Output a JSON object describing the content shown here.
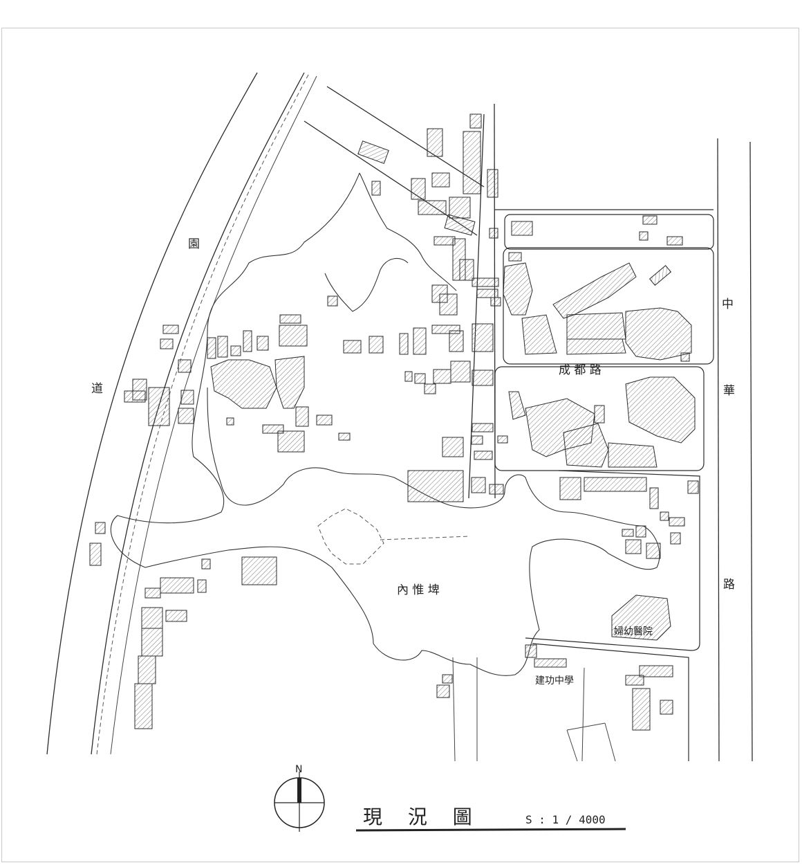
{
  "map": {
    "title": "現 況 圖",
    "scale": "S : 1 / 4000",
    "north_label": "N"
  },
  "labels": {
    "park_road_1": "園",
    "park_road_2": "道",
    "chengdu_road": "成 都 路",
    "zhonghua_1": "中",
    "zhonghua_2": "華",
    "zhonghua_3": "路",
    "pond": "內 惟 埤",
    "hospital": "婦幼醫院",
    "school": "建功中學"
  },
  "colors": {
    "ink": "#2b2b2b",
    "paper": "#ffffff",
    "hatch": "#777777"
  },
  "icons": {
    "compass": "north-arrow-compass-icon"
  }
}
